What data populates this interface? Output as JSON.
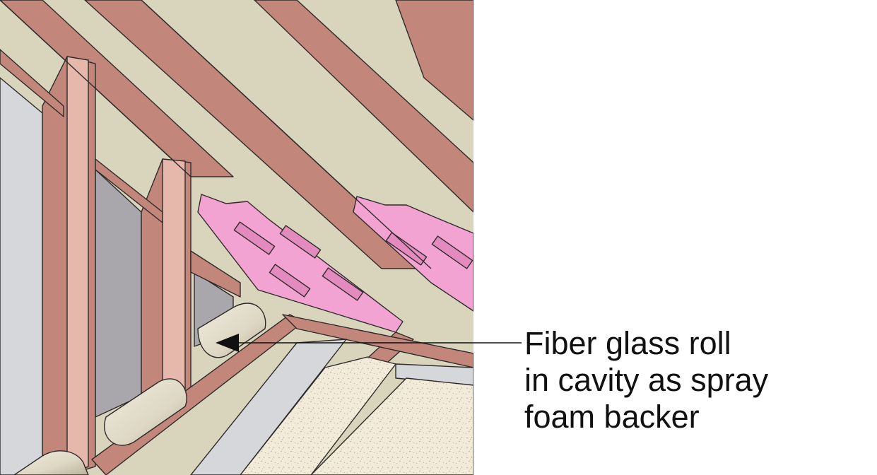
{
  "callout": {
    "lines": [
      "Fiber glass roll",
      "in cavity as spray",
      "foam backer"
    ]
  },
  "colors": {
    "rafter_wood": "#c2877a",
    "rafter_edge": "#e6b7ab",
    "sheathing": "#d9d5bd",
    "wall_gray": "#d6d7da",
    "cavity_gray": "#a9a7ab",
    "vent_baffle_pink": "#f3a3d2",
    "fiberglass_roll": "#ddd8c7",
    "loose_fill": "#f2ebd9",
    "outline": "#2f2a2a",
    "text": "#111111"
  },
  "icons": [
    "arrow-pointer-icon"
  ]
}
